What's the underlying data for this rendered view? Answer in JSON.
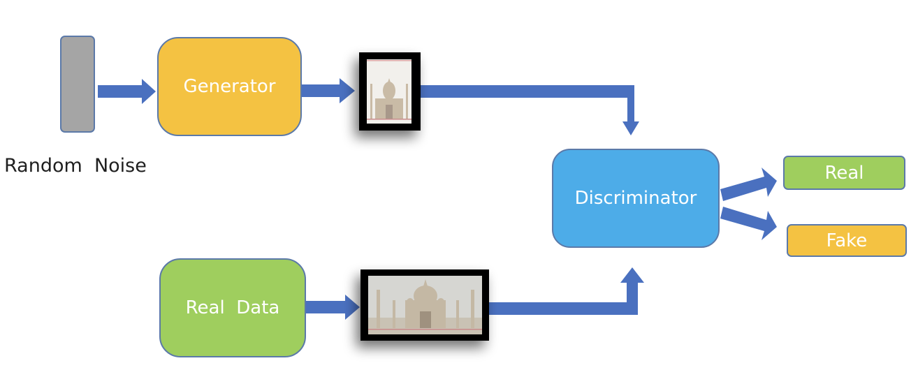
{
  "labels": {
    "generator": "Generator",
    "real_data": "Real  Data",
    "discriminator": "Discriminator",
    "out_real": "Real",
    "out_fake": "Fake",
    "noise": "Random  Noise"
  },
  "colors": {
    "arrow": "#4a70bf",
    "generator": "#f4c242",
    "real_data": "#9fce5e",
    "discriminator": "#4dace8",
    "noise_bar": "#a5a5a5",
    "frame": "#000000"
  }
}
